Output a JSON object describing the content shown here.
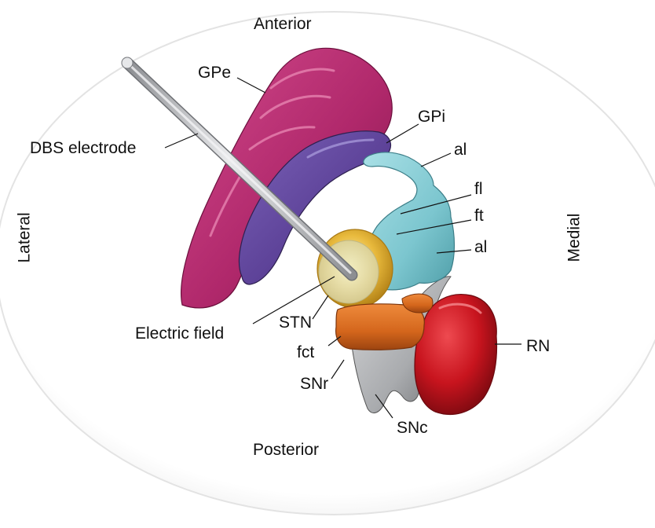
{
  "orientation": {
    "top": "Anterior",
    "bottom": "Posterior",
    "left": "Lateral",
    "right": "Medial"
  },
  "structures": {
    "gpe": "GPe",
    "gpi": "GPi",
    "dbs_electrode": "DBS electrode",
    "al_upper": "al",
    "fl": "fl",
    "ft": "ft",
    "al_lower": "al",
    "electric_field": "Electric field",
    "stn": "STN",
    "fct": "fct",
    "snr": "SNr",
    "snc": "SNc",
    "rn": "RN"
  },
  "colors": {
    "gpe": "#b0286b",
    "gpi": "#5a3f95",
    "fiber_tracts": "#7cc6cf",
    "stn": "#e8b93c",
    "fct": "#d4661c",
    "substantia_nigra": "#a9abae",
    "rn": "#c8141e",
    "electrode": "#b9bbbf",
    "electric_field": "#e2dca3"
  }
}
